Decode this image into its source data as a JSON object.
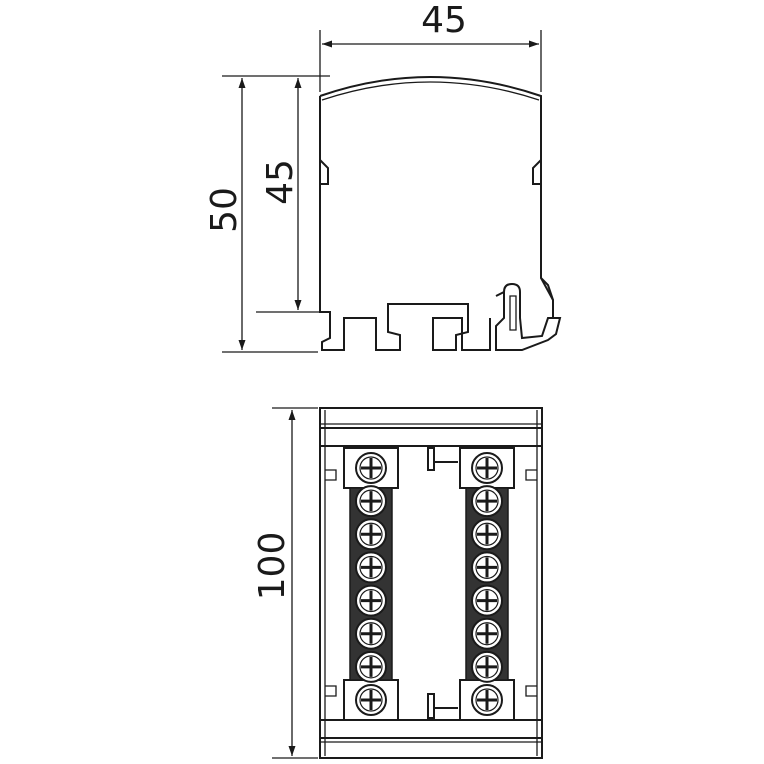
{
  "dimensions": {
    "top_width": "45",
    "outer_height": "50",
    "inner_height": "45",
    "length": "100"
  },
  "terminal_columns": [
    {
      "name": "left",
      "screws": 8
    },
    {
      "name": "right",
      "screws": 8
    }
  ]
}
